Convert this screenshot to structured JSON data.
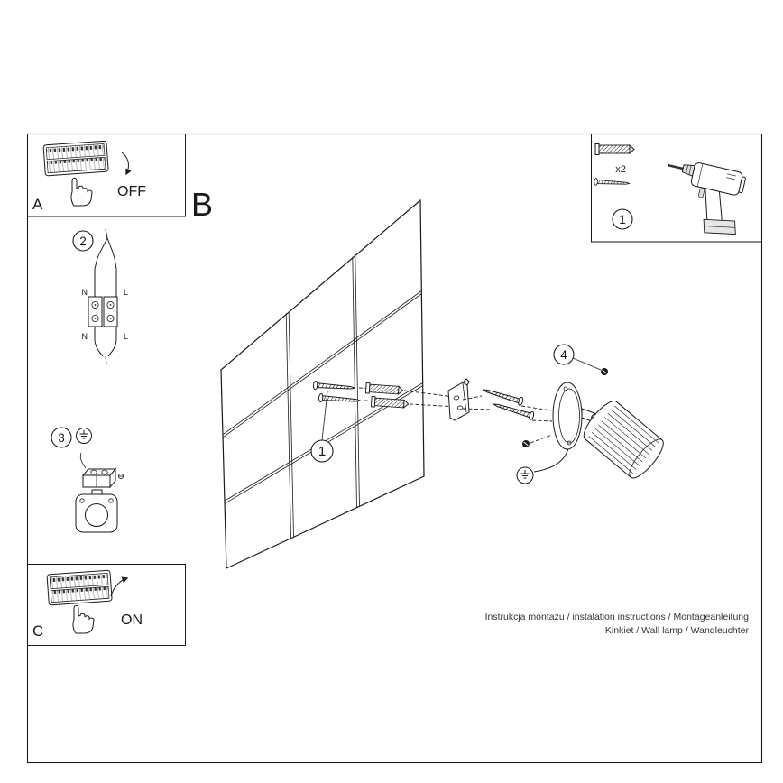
{
  "panel_a": {
    "label": "A",
    "state": "OFF"
  },
  "panel_c": {
    "label": "C",
    "state": "ON"
  },
  "section_label": "B",
  "kit_box": {
    "step": "1",
    "qty": "x2"
  },
  "wiring": {
    "step": "2",
    "n_top": "N",
    "l_top": "L",
    "n_bottom": "N",
    "l_bottom": "L"
  },
  "bracket_step": {
    "step": "3"
  },
  "wall_step": {
    "step": "1"
  },
  "lamp_step": {
    "step": "4"
  },
  "footer": {
    "line1": "Instrukcja montażu / instalation instructions / Montageanleitung",
    "line2": "Kinkiet / Wall lamp / Wandleuchter"
  }
}
